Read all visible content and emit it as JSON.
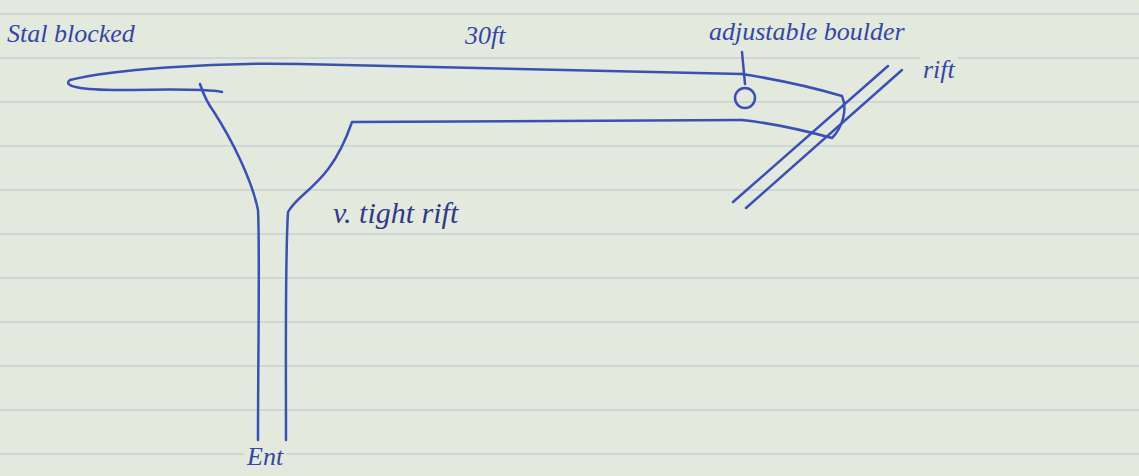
{
  "diagram": {
    "labels": [
      "Stal blocked",
      "30ft",
      "adjustable boulder",
      "rift",
      "v. tight rift",
      "Ent"
    ]
  }
}
